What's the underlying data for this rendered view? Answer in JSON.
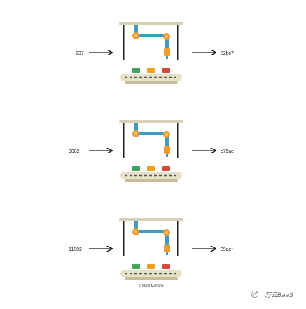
{
  "diagram": {
    "rows": [
      {
        "input": "237",
        "output": "82bc7"
      },
      {
        "input": "9082",
        "output": "c75ae"
      },
      {
        "input": "11802",
        "output": "09aef"
      }
    ],
    "credit": "© Mohit Mamoria",
    "watermark": "万云BaaS",
    "colors": {
      "frame": "#d8cfb4",
      "frame_dark": "#c8bd9c",
      "arm": "#3d9bc4",
      "joint": "#f29b2a",
      "joint_inner": "#f5c27a",
      "belt": "#e7e1c8",
      "belt_dash": "#555555",
      "box_green": "#3ea55a",
      "box_yellow": "#f0a020",
      "box_red": "#d9473b",
      "arrow": "#111111"
    }
  }
}
